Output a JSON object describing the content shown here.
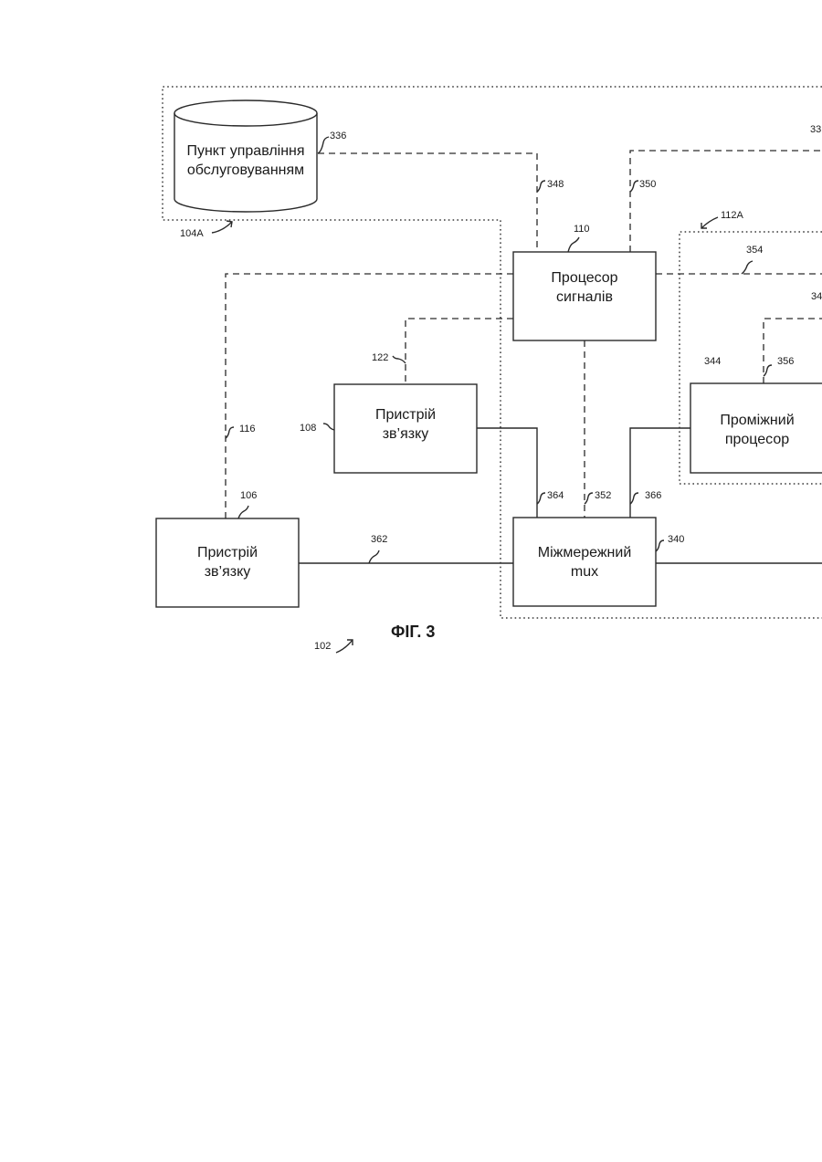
{
  "blocks": {
    "service_point": {
      "line1": "Пункт управління",
      "line2": "обслуговуванням"
    },
    "signal_processor": {
      "line1": "Процесор",
      "line2": "сигналів"
    },
    "comm_device_108": {
      "line1": "Пристрій",
      "line2": "зв’язку"
    },
    "intermediate_processor": {
      "line1": "Проміжний",
      "line2": "процесор"
    },
    "comm_device_106": {
      "line1": "Пристрій",
      "line2": "зв’язку"
    },
    "internet_mux": {
      "line1": "Міжмережний",
      "line2": "mux"
    }
  },
  "refs": {
    "r336": "336",
    "r33x": "33",
    "r348": "348",
    "r350": "350",
    "r110": "110",
    "r112a": "112A",
    "r104a": "104A",
    "r354": "354",
    "r34x": "34",
    "r122": "122",
    "r344": "344",
    "r356": "356",
    "r116": "116",
    "r108": "108",
    "r106": "106",
    "r364": "364",
    "r352": "352",
    "r366": "366",
    "r362": "362",
    "r340": "340",
    "r102": "102"
  },
  "caption": "ФІГ. 3"
}
